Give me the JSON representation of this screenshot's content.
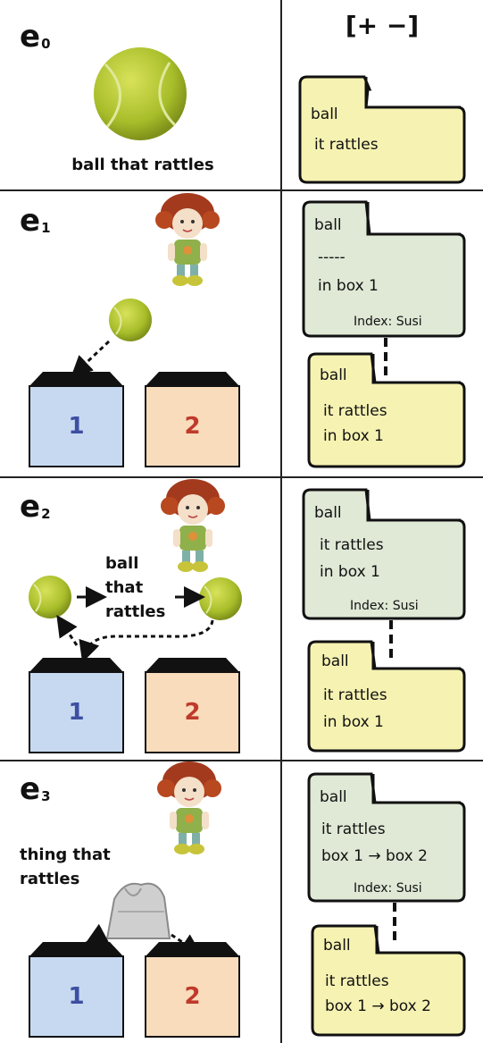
{
  "header": {
    "label": "[+ −]"
  },
  "colors": {
    "yellow_folder": "#f6f2b2",
    "green_folder": "#dfe9d6",
    "box_blue": "#c6d9f1",
    "box_orange": "#f8dcbb",
    "num_blue": "#3d4fa1",
    "num_red": "#c0392b",
    "ball": "#b4c832"
  },
  "panels": [
    {
      "label": "e",
      "sub": "0",
      "caption": [
        "ball that rattles"
      ],
      "folders": [
        {
          "color": "yellow",
          "lines": [
            "ball",
            "it rattles"
          ]
        }
      ]
    },
    {
      "label": "e",
      "sub": "1",
      "boxes": [
        "1",
        "2"
      ],
      "folders": [
        {
          "color": "green",
          "lines": [
            "ball",
            "-----",
            "in box 1"
          ],
          "index": "Index: Susi"
        },
        {
          "color": "yellow",
          "lines": [
            "ball",
            "it rattles",
            "in box 1"
          ]
        }
      ]
    },
    {
      "label": "e",
      "sub": "2",
      "caption": [
        "ball",
        "that",
        "rattles"
      ],
      "boxes": [
        "1",
        "2"
      ],
      "folders": [
        {
          "color": "green",
          "lines": [
            "ball",
            "it rattles",
            "in box 1"
          ],
          "index": "Index: Susi"
        },
        {
          "color": "yellow",
          "lines": [
            "ball",
            "it rattles",
            "in box 1"
          ]
        }
      ]
    },
    {
      "label": "e",
      "sub": "3",
      "caption": [
        "thing that",
        "rattles"
      ],
      "boxes": [
        "1",
        "2"
      ],
      "folders": [
        {
          "color": "green",
          "lines": [
            "ball",
            "it rattles",
            "box 1 → box 2"
          ],
          "index": "Index: Susi"
        },
        {
          "color": "yellow",
          "lines": [
            "ball",
            "it rattles",
            "box 1 → box 2"
          ]
        }
      ]
    }
  ]
}
